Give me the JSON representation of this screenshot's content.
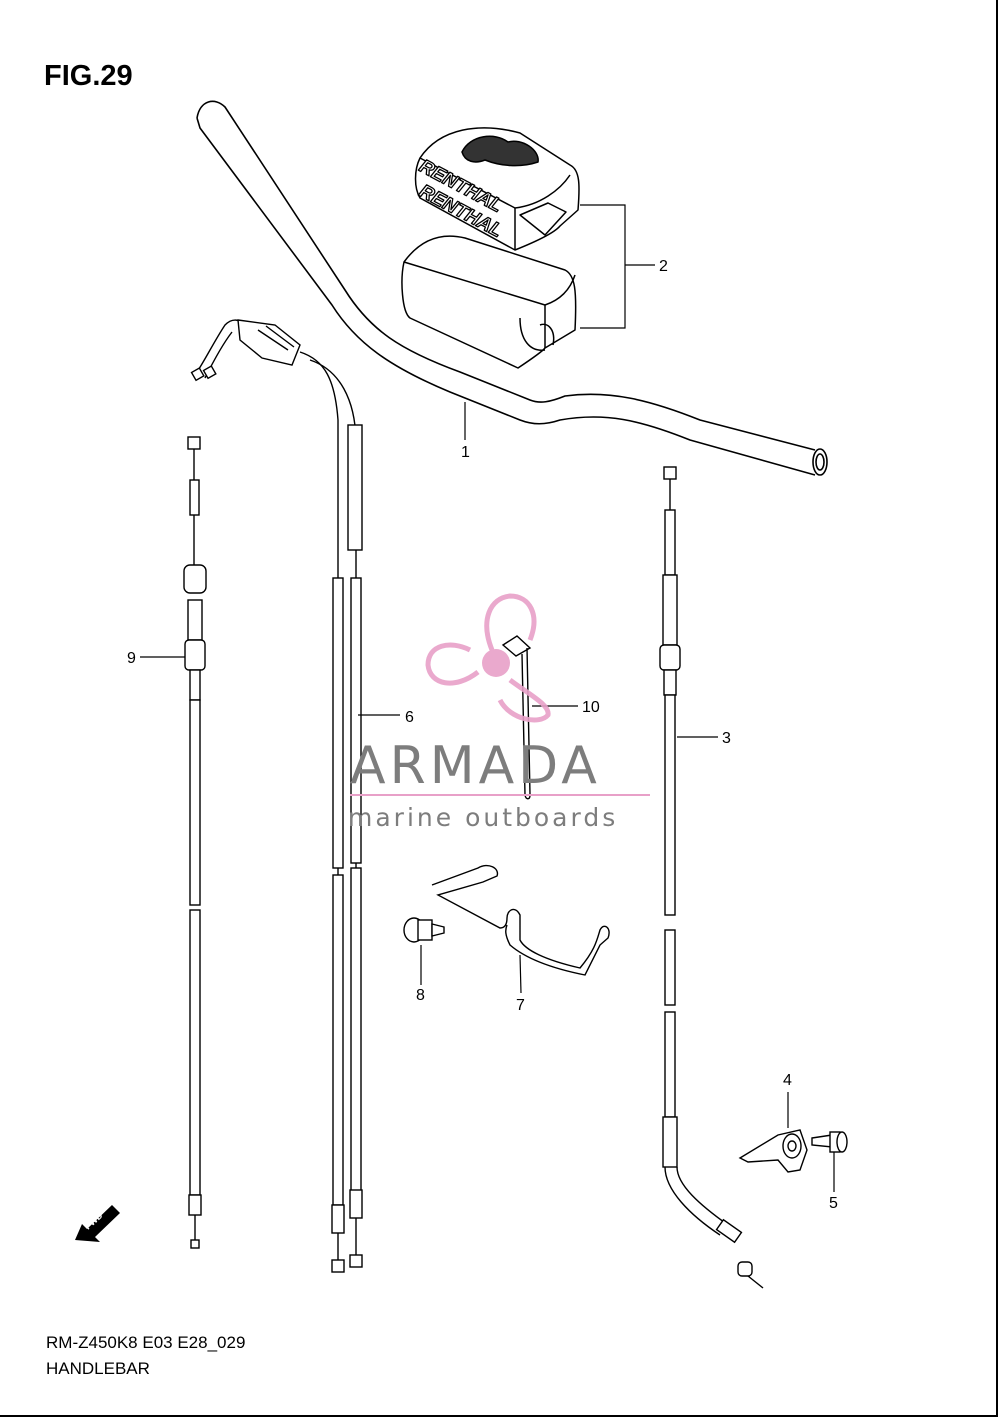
{
  "figure": {
    "title": "FIG.29",
    "model_code": "RM-Z450K8 E03 E28_029",
    "section_name": "HANDLEBAR"
  },
  "callouts": [
    "1",
    "2",
    "3",
    "4",
    "5",
    "6",
    "7",
    "8",
    "9",
    "10"
  ],
  "pad_brand": "RENTHAL",
  "direction_marker": "FWD",
  "watermark": {
    "name": "ARMADA",
    "tagline": "marine outboards",
    "color": "#e8a0c8"
  }
}
